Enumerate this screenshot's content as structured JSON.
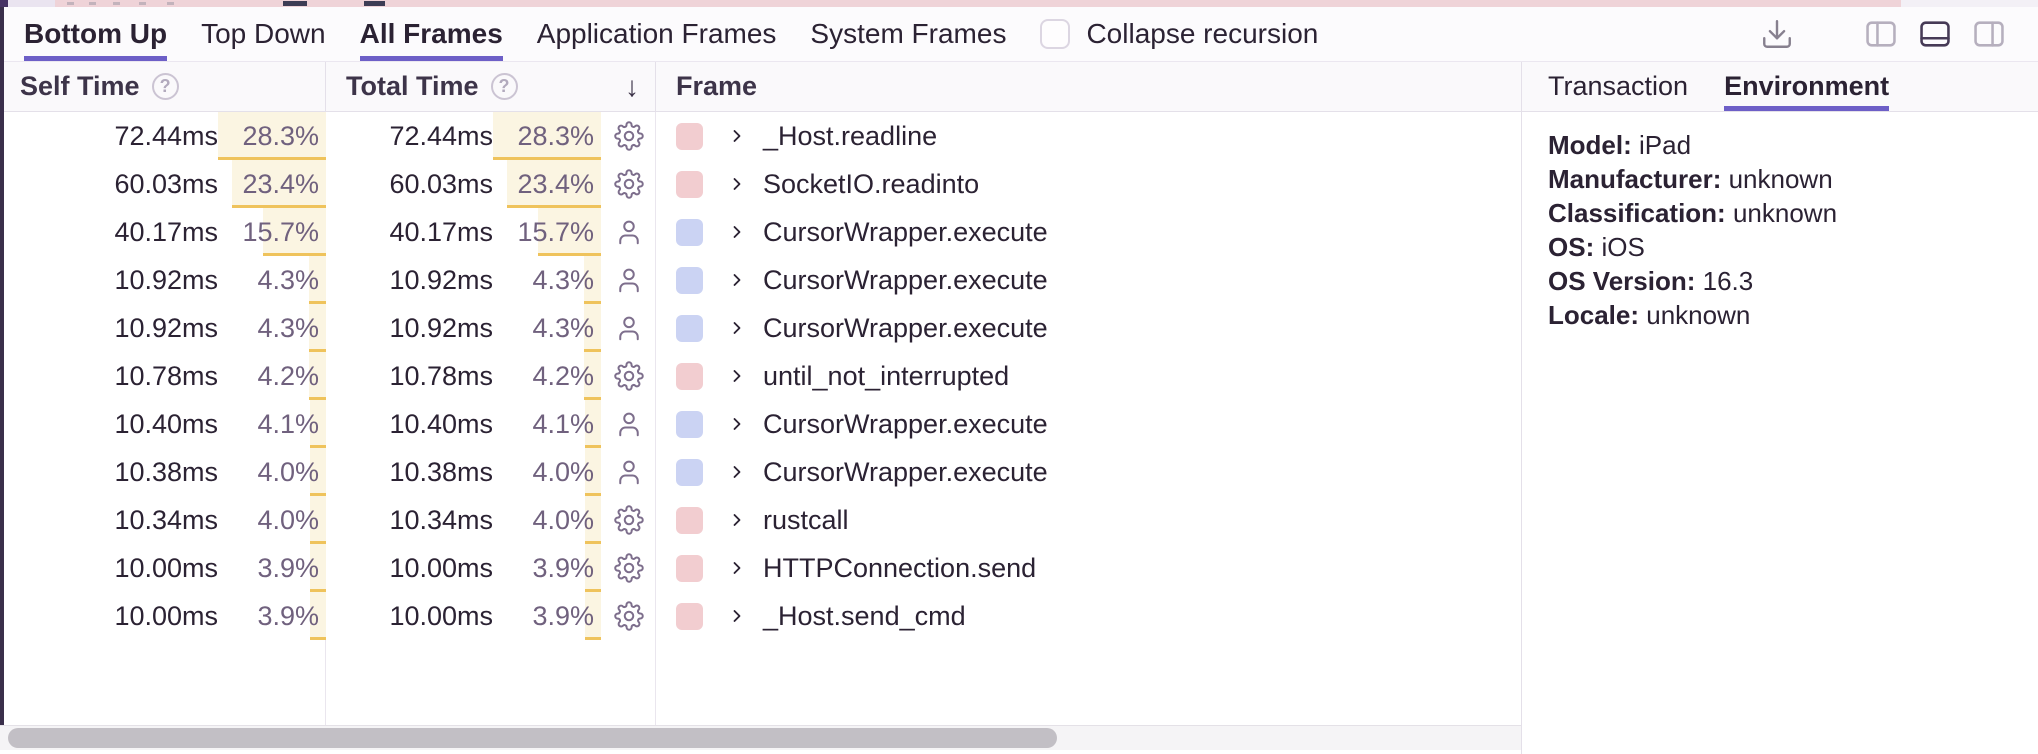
{
  "toolbar": {
    "tabs": [
      {
        "label": "Bottom Up",
        "active": true
      },
      {
        "label": "Top Down",
        "active": false
      },
      {
        "label": "All Frames",
        "active": true
      },
      {
        "label": "Application Frames",
        "active": false
      },
      {
        "label": "System Frames",
        "active": false
      }
    ],
    "collapse_recursion_label": "Collapse recursion",
    "collapse_recursion_checked": false,
    "icons": [
      "download-icon",
      "panel-left-icon",
      "panel-bottom-icon",
      "panel-right-icon"
    ],
    "active_layout_icon": "panel-bottom-icon"
  },
  "table": {
    "columns": {
      "self": "Self Time",
      "total": "Total Time",
      "frame": "Frame",
      "sort_icon": "↓"
    },
    "rows": [
      {
        "self_ms": "72.44ms",
        "self_pct": "28.3%",
        "total_ms": "72.44ms",
        "total_pct": "28.3%",
        "pct_value": 28.3,
        "icon": "gear",
        "color": "pink",
        "frame": "_Host.readline"
      },
      {
        "self_ms": "60.03ms",
        "self_pct": "23.4%",
        "total_ms": "60.03ms",
        "total_pct": "23.4%",
        "pct_value": 23.4,
        "icon": "gear",
        "color": "pink",
        "frame": "SocketIO.readinto"
      },
      {
        "self_ms": "40.17ms",
        "self_pct": "15.7%",
        "total_ms": "40.17ms",
        "total_pct": "15.7%",
        "pct_value": 15.7,
        "icon": "person",
        "color": "blue",
        "frame": "CursorWrapper.execute"
      },
      {
        "self_ms": "10.92ms",
        "self_pct": "4.3%",
        "total_ms": "10.92ms",
        "total_pct": "4.3%",
        "pct_value": 4.3,
        "icon": "person",
        "color": "blue",
        "frame": "CursorWrapper.execute"
      },
      {
        "self_ms": "10.92ms",
        "self_pct": "4.3%",
        "total_ms": "10.92ms",
        "total_pct": "4.3%",
        "pct_value": 4.3,
        "icon": "person",
        "color": "blue",
        "frame": "CursorWrapper.execute"
      },
      {
        "self_ms": "10.78ms",
        "self_pct": "4.2%",
        "total_ms": "10.78ms",
        "total_pct": "4.2%",
        "pct_value": 4.2,
        "icon": "gear",
        "color": "pink",
        "frame": "until_not_interrupted"
      },
      {
        "self_ms": "10.40ms",
        "self_pct": "4.1%",
        "total_ms": "10.40ms",
        "total_pct": "4.1%",
        "pct_value": 4.1,
        "icon": "person",
        "color": "blue",
        "frame": "CursorWrapper.execute"
      },
      {
        "self_ms": "10.38ms",
        "self_pct": "4.0%",
        "total_ms": "10.38ms",
        "total_pct": "4.0%",
        "pct_value": 4.0,
        "icon": "person",
        "color": "blue",
        "frame": "CursorWrapper.execute"
      },
      {
        "self_ms": "10.34ms",
        "self_pct": "4.0%",
        "total_ms": "10.34ms",
        "total_pct": "4.0%",
        "pct_value": 4.0,
        "icon": "gear",
        "color": "pink",
        "frame": "rustcall"
      },
      {
        "self_ms": "10.00ms",
        "self_pct": "3.9%",
        "total_ms": "10.00ms",
        "total_pct": "3.9%",
        "pct_value": 3.9,
        "icon": "gear",
        "color": "pink",
        "frame": "HTTPConnection.send"
      },
      {
        "self_ms": "10.00ms",
        "self_pct": "3.9%",
        "total_ms": "10.00ms",
        "total_pct": "3.9%",
        "pct_value": 3.9,
        "icon": "gear",
        "color": "pink",
        "frame": "_Host.send_cmd"
      }
    ]
  },
  "panel": {
    "tabs": [
      {
        "label": "Transaction",
        "active": false
      },
      {
        "label": "Environment",
        "active": true
      }
    ],
    "fields": [
      {
        "label": "Model:",
        "value": "iPad"
      },
      {
        "label": "Manufacturer:",
        "value": "unknown"
      },
      {
        "label": "Classification:",
        "value": "unknown"
      },
      {
        "label": "OS:",
        "value": "iOS"
      },
      {
        "label": "OS Version:",
        "value": "16.3"
      },
      {
        "label": "Locale:",
        "value": "unknown"
      }
    ]
  },
  "colors": {
    "accent": "#6d5fc7",
    "system_frame_swatch": "#f2cdd0",
    "application_frame_swatch": "#cbd3f3",
    "pct_bar_bg": "#fbf5e2",
    "pct_bar_underline": "#efc35c"
  }
}
